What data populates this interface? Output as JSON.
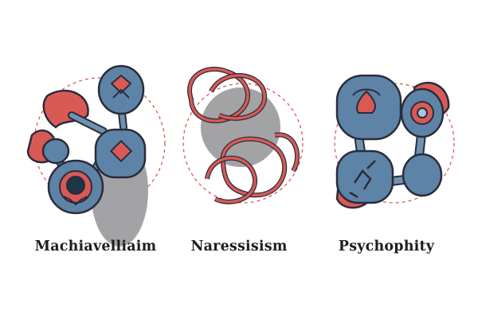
{
  "labels": {
    "left": "Machiavelliaim",
    "center": "Naressisism",
    "right": "Psychophity"
  },
  "colors": {
    "blue": "#5d84a7",
    "blue_light": "#7fa4c4",
    "red": "#d95a55",
    "gray": "#a3a3a5",
    "ink": "#2a2c3a"
  },
  "icons": {
    "left": [
      "crown-icon",
      "diamond-icon",
      "gear-icon"
    ],
    "center": [
      "interlocking-rings-icon"
    ],
    "right": [
      "drop-face-icon",
      "cog-icon",
      "broken-chain-icon"
    ]
  }
}
